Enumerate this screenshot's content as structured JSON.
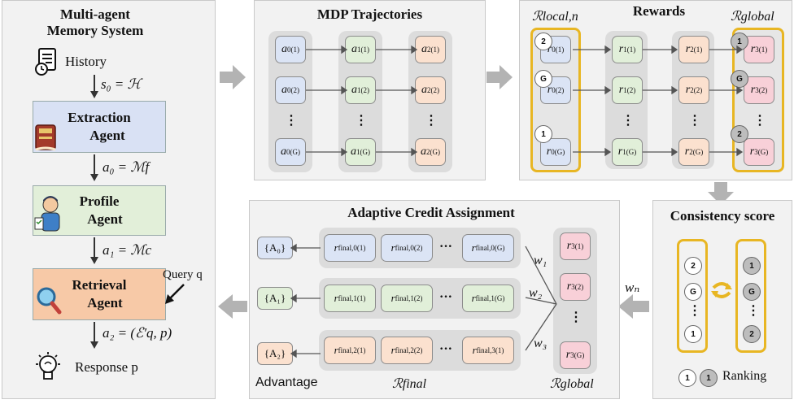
{
  "left_panel": {
    "title_line1": "Multi-agent",
    "title_line2": "Memory System",
    "history_label": "History",
    "s0_label": "s₀ = ℋ",
    "extraction_agent": [
      "Extraction",
      "Agent"
    ],
    "a0_label": "a₀ = ℳf",
    "profile_agent": [
      "Profile",
      "Agent"
    ],
    "a1_label": "a₁ = ℳc",
    "retrieval_agent": [
      "Retrieval",
      "Agent"
    ],
    "query_label": "Query q",
    "a2_label": "a₂ = (ℰ′q, p)",
    "response_label": "Response p",
    "colors": {
      "extraction": "#d9e1f4",
      "profile": "#e2efd9",
      "retrieval": "#f7c9a7"
    }
  },
  "mdp": {
    "title": "MDP Trajectories",
    "rows": [
      [
        "a",
        "a",
        "a"
      ]
    ]
  },
  "rewards": {
    "title": "Rewards",
    "local_label": "ℛlocal,n",
    "global_label": "ℛglobal",
    "local_badges": [
      "2",
      "G",
      "1"
    ],
    "global_badges": [
      "1",
      "G",
      "2"
    ]
  },
  "consistency": {
    "title": "Consistency score",
    "left_badges": [
      "2",
      "G",
      "1"
    ],
    "right_badges": [
      "1",
      "G",
      "2"
    ],
    "legend_a": "1",
    "legend_b": "1",
    "legend_text": "Ranking"
  },
  "credit": {
    "title": "Adaptive Credit Assignment",
    "advantages": [
      "{A₀}",
      "{A₁}",
      "{A₂}"
    ],
    "weights": [
      "w₁",
      "w₂",
      "w₃"
    ],
    "wn_label": "wₙ",
    "advantage_label": "Advantage",
    "final_label": "ℛfinal",
    "global_label": "ℛglobal",
    "dots": "···"
  }
}
